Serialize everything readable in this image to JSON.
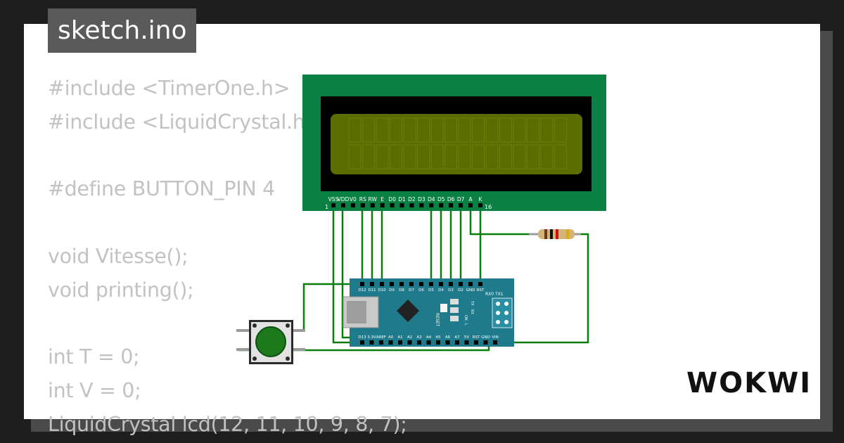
{
  "tab": {
    "filename": "sketch.ino"
  },
  "code": {
    "lines": [
      "#include <TimerOne.h>",
      "#include <LiquidCrystal.h>",
      "",
      "#define BUTTON_PIN 4",
      "",
      "void Vitesse();",
      "void printing();",
      "",
      "int T = 0;",
      "int V = 0;",
      "LiquidCrystal lcd(12, 11, 10, 9, 8, 7);"
    ]
  },
  "lcd": {
    "pin_labels": [
      "VSS",
      "VDD",
      "V0",
      "RS",
      "RW",
      "E",
      "D0",
      "D1",
      "D2",
      "D3",
      "D4",
      "D5",
      "D6",
      "D7",
      "A",
      "K"
    ],
    "first_pin": "1",
    "last_pin": "16"
  },
  "arduino": {
    "top_pins": [
      "D12",
      "D11",
      "D10",
      "D9",
      "D8",
      "D7",
      "D6",
      "D5",
      "D4",
      "D3",
      "D2",
      "GND",
      "RST"
    ],
    "bottom_pins": [
      "D13",
      "3.3V",
      "AREF",
      "A0",
      "A1",
      "A2",
      "A3",
      "A4",
      "A5",
      "A6",
      "A7",
      "5V",
      "RST",
      "GND",
      "VIN"
    ],
    "header_labels": [
      "RX0",
      "TX1"
    ],
    "led_labels": [
      "TX",
      "RX",
      "ON",
      "L"
    ],
    "reset_label": "RESET"
  },
  "logo": {
    "text": "WOKWI"
  },
  "colors": {
    "wire": "#0a7d0a",
    "lcd_board": "#0b8043",
    "lcd_screen": "#5c6d00",
    "arduino_board": "#1f7a8c",
    "button_cap": "#1c7a1c"
  }
}
